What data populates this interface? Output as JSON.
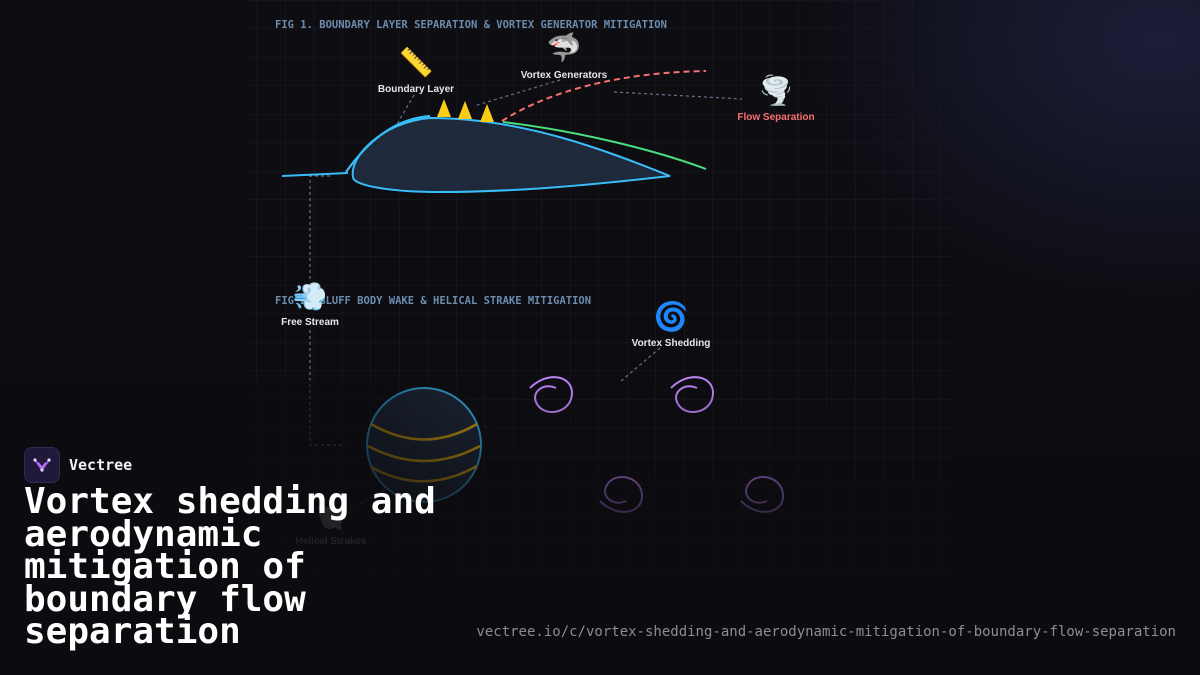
{
  "figure": {
    "fig1_title": "FIG 1. BOUNDARY LAYER SEPARATION & VORTEX GENERATOR MITIGATION",
    "fig2_title": "FIG 2. BLUFF BODY WAKE & HELICAL STRAKE MITIGATION",
    "nodes": [
      {
        "id": "boundary-layer",
        "label": "Boundary Layer",
        "icon": "ruler-icon",
        "glyph": "📏"
      },
      {
        "id": "vortex-generators",
        "label": "Vortex Generators",
        "icon": "shark-icon",
        "glyph": "🦈"
      },
      {
        "id": "flow-separation",
        "label": "Flow Separation",
        "icon": "tornado-icon",
        "glyph": "🌪️"
      },
      {
        "id": "free-stream",
        "label": "Free Stream",
        "icon": "wind-icon",
        "glyph": "💨"
      },
      {
        "id": "vortex-shedding",
        "label": "Vortex Shedding",
        "icon": "cyclone-icon",
        "glyph": "🌀"
      },
      {
        "id": "helical-strakes",
        "label": "Helical Strakes",
        "icon": "shell-icon",
        "glyph": "🐚"
      }
    ]
  },
  "colors": {
    "grid": "#1b1b24",
    "airfoil_stroke": "#38bdf8",
    "airfoil_fill": "#1e293b",
    "attached_flow": "#4ade80",
    "separated_flow": "#f87171",
    "vortex_generator": "#facc15",
    "strakes": "#eab308",
    "vortices": "#c084fc",
    "connector": "#64748b",
    "fig_title": "#6b8cae",
    "separation_label": "#f87171"
  },
  "brand": {
    "name": "Vectree",
    "logo_icon": "vectree-logo-icon"
  },
  "headline": "Vortex shedding and aerodynamic mitigation of boundary flow separation",
  "url": "vectree.io/c/vortex-shedding-and-aerodynamic-mitigation-of-boundary-flow-separation"
}
